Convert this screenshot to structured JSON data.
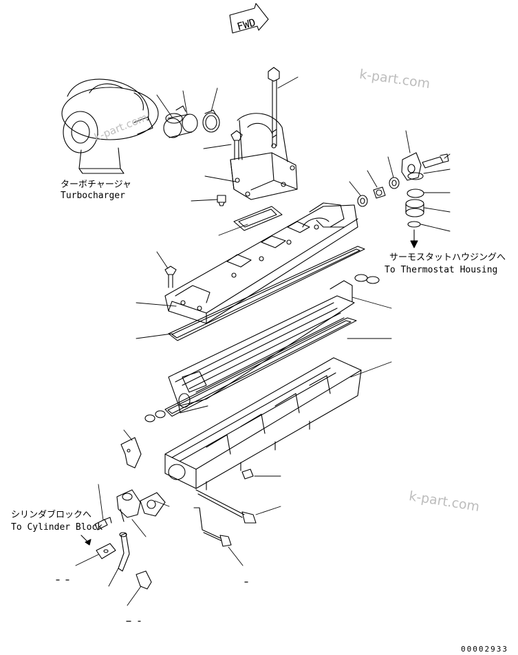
{
  "fwd_label": "FWD",
  "labels": {
    "turbo_jp": "ターボチャージャ",
    "turbo_en": "Turbocharger",
    "thermo_jp": "サーモスタットハウジングへ",
    "thermo_en": "To Thermostat Housing",
    "cyl_jp": "シリンダブロックへ",
    "cyl_en": "To Cylinder Block"
  },
  "watermarks": [
    "k-part.com",
    "k-part.com",
    "k-part.com"
  ],
  "drawing_number": "00002933"
}
